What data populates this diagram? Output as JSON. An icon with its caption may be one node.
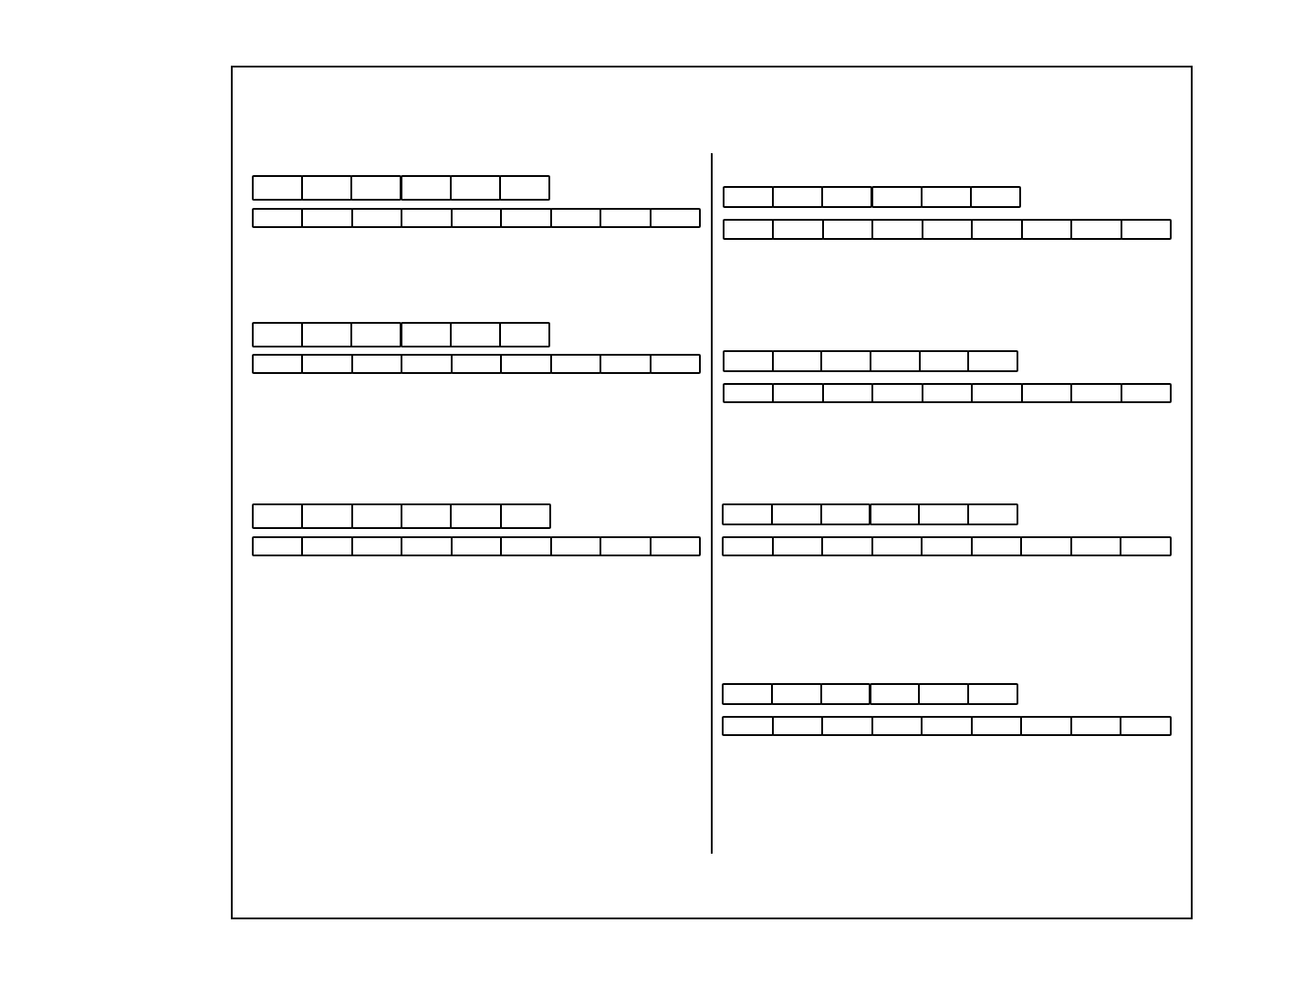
{
  "diagram": {
    "nodes": [
      {
        "text": [],
        "shape": "box"
      },
      {
        "text": [],
        "shape": "box"
      },
      {
        "text": [],
        "shape": "box"
      },
      {
        "text": [],
        "shape": "box"
      },
      {
        "text": [],
        "shape": "box"
      },
      {
        "text": [],
        "shape": "box"
      },
      {
        "text": [],
        "shape": "box"
      },
      {
        "text": [],
        "shape": "box"
      },
      {
        "text": [],
        "shape": "box"
      },
      {
        "text": [],
        "shape": "box"
      },
      {
        "text": [],
        "shape": "box"
      },
      {
        "text": [],
        "shape": "box"
      },
      {
        "text": [],
        "shape": "box"
      },
      {
        "text": [],
        "shape": "box"
      },
      {
        "text": [],
        "shape": "box"
      },
      {
        "text": [],
        "shape": "box"
      },
      {
        "text": [],
        "shape": "box"
      },
      {
        "text": [],
        "shape": "box"
      },
      {
        "text": [],
        "shape": "box"
      },
      {
        "text": [],
        "shape": "box"
      },
      {
        "text": [],
        "shape": "box"
      },
      {
        "text": [],
        "shape": "box"
      },
      {
        "text": [],
        "shape": "box"
      },
      {
        "text": [],
        "shape": "box"
      },
      {
        "text": [],
        "shape": "box"
      },
      {
        "text": [],
        "shape": "box"
      },
      {
        "text": [],
        "shape": "box"
      },
      {
        "text": [],
        "shape": "box"
      },
      {
        "text": [],
        "shape": "box"
      },
      {
        "text": [],
        "shape": "box"
      },
      {
        "text": [],
        "shape": "box"
      },
      {
        "text": [],
        "shape": "box"
      },
      {
        "text": [],
        "shape": "box"
      },
      {
        "text": [],
        "shape": "box"
      },
      {
        "text": [],
        "shape": "box"
      },
      {
        "text": [],
        "shape": "box"
      },
      {
        "text": [],
        "shape": "box"
      },
      {
        "text": [],
        "shape": "box"
      },
      {
        "text": [],
        "shape": "box"
      },
      {
        "text": [],
        "shape": "box"
      },
      {
        "text": [],
        "shape": "box"
      },
      {
        "text": [],
        "shape": "box"
      },
      {
        "text": [],
        "shape": "box"
      },
      {
        "text": [],
        "shape": "box"
      },
      {
        "text": [],
        "shape": "box"
      },
      {
        "text": [],
        "shape": "box"
      },
      {
        "text": [],
        "shape": "box"
      },
      {
        "text": [],
        "shape": "box"
      },
      {
        "text": [],
        "shape": "box"
      },
      {
        "text": [],
        "shape": "box"
      },
      {
        "text": [],
        "shape": "box"
      },
      {
        "text": [],
        "shape": "box"
      },
      {
        "text": [],
        "shape": "box"
      },
      {
        "text": [],
        "shape": "box"
      },
      {
        "text": [],
        "shape": "box"
      },
      {
        "text": [],
        "shape": "box"
      },
      {
        "text": [],
        "shape": "box"
      },
      {
        "text": [],
        "shape": "box"
      },
      {
        "text": [],
        "shape": "box"
      },
      {
        "text": [],
        "shape": "box"
      },
      {
        "text": [],
        "shape": "box"
      },
      {
        "text": [],
        "shape": "box"
      },
      {
        "text": [],
        "shape": "box"
      },
      {
        "text": [],
        "shape": "box"
      },
      {
        "text": [],
        "shape": "box"
      },
      {
        "text": [],
        "shape": "box"
      },
      {
        "text": [],
        "shape": "box"
      },
      {
        "text": [],
        "shape": "box"
      },
      {
        "text": [],
        "shape": "box"
      },
      {
        "text": [],
        "shape": "box"
      },
      {
        "text": [],
        "shape": "box"
      },
      {
        "text": [],
        "shape": "box"
      },
      {
        "text": [],
        "shape": "box"
      },
      {
        "text": [],
        "shape": "box"
      },
      {
        "text": [],
        "shape": "box"
      },
      {
        "text": [],
        "shape": "box"
      },
      {
        "text": [],
        "shape": "box"
      },
      {
        "text": [],
        "shape": "box"
      },
      {
        "text": [],
        "shape": "box"
      },
      {
        "text": [],
        "shape": "box"
      },
      {
        "text": [],
        "shape": "box"
      },
      {
        "text": [],
        "shape": "box"
      },
      {
        "text": [],
        "shape": "box"
      },
      {
        "text": [],
        "shape": "box"
      },
      {
        "text": [],
        "shape": "box"
      },
      {
        "text": [],
        "shape": "box"
      },
      {
        "text": [],
        "shape": "box"
      },
      {
        "text": [],
        "shape": "box"
      },
      {
        "text": [],
        "shape": "box"
      },
      {
        "text": [],
        "shape": "box"
      },
      {
        "text": [],
        "shape": "box"
      },
      {
        "text": [],
        "shape": "box"
      },
      {
        "text": [],
        "shape": "box"
      },
      {
        "text": [],
        "shape": "box"
      },
      {
        "text": [],
        "shape": "box"
      },
      {
        "text": [],
        "shape": "box"
      },
      {
        "text": [],
        "shape": "box"
      },
      {
        "text": [],
        "shape": "box"
      },
      {
        "text": [],
        "shape": "box"
      },
      {
        "text": [],
        "shape": "box"
      },
      {
        "text": [],
        "shape": "box"
      },
      {
        "text": [],
        "shape": "box"
      },
      {
        "text": [],
        "shape": "box"
      },
      {
        "text": [],
        "shape": "box"
      },
      {
        "text": [],
        "shape": "box"
      }
    ]
  }
}
